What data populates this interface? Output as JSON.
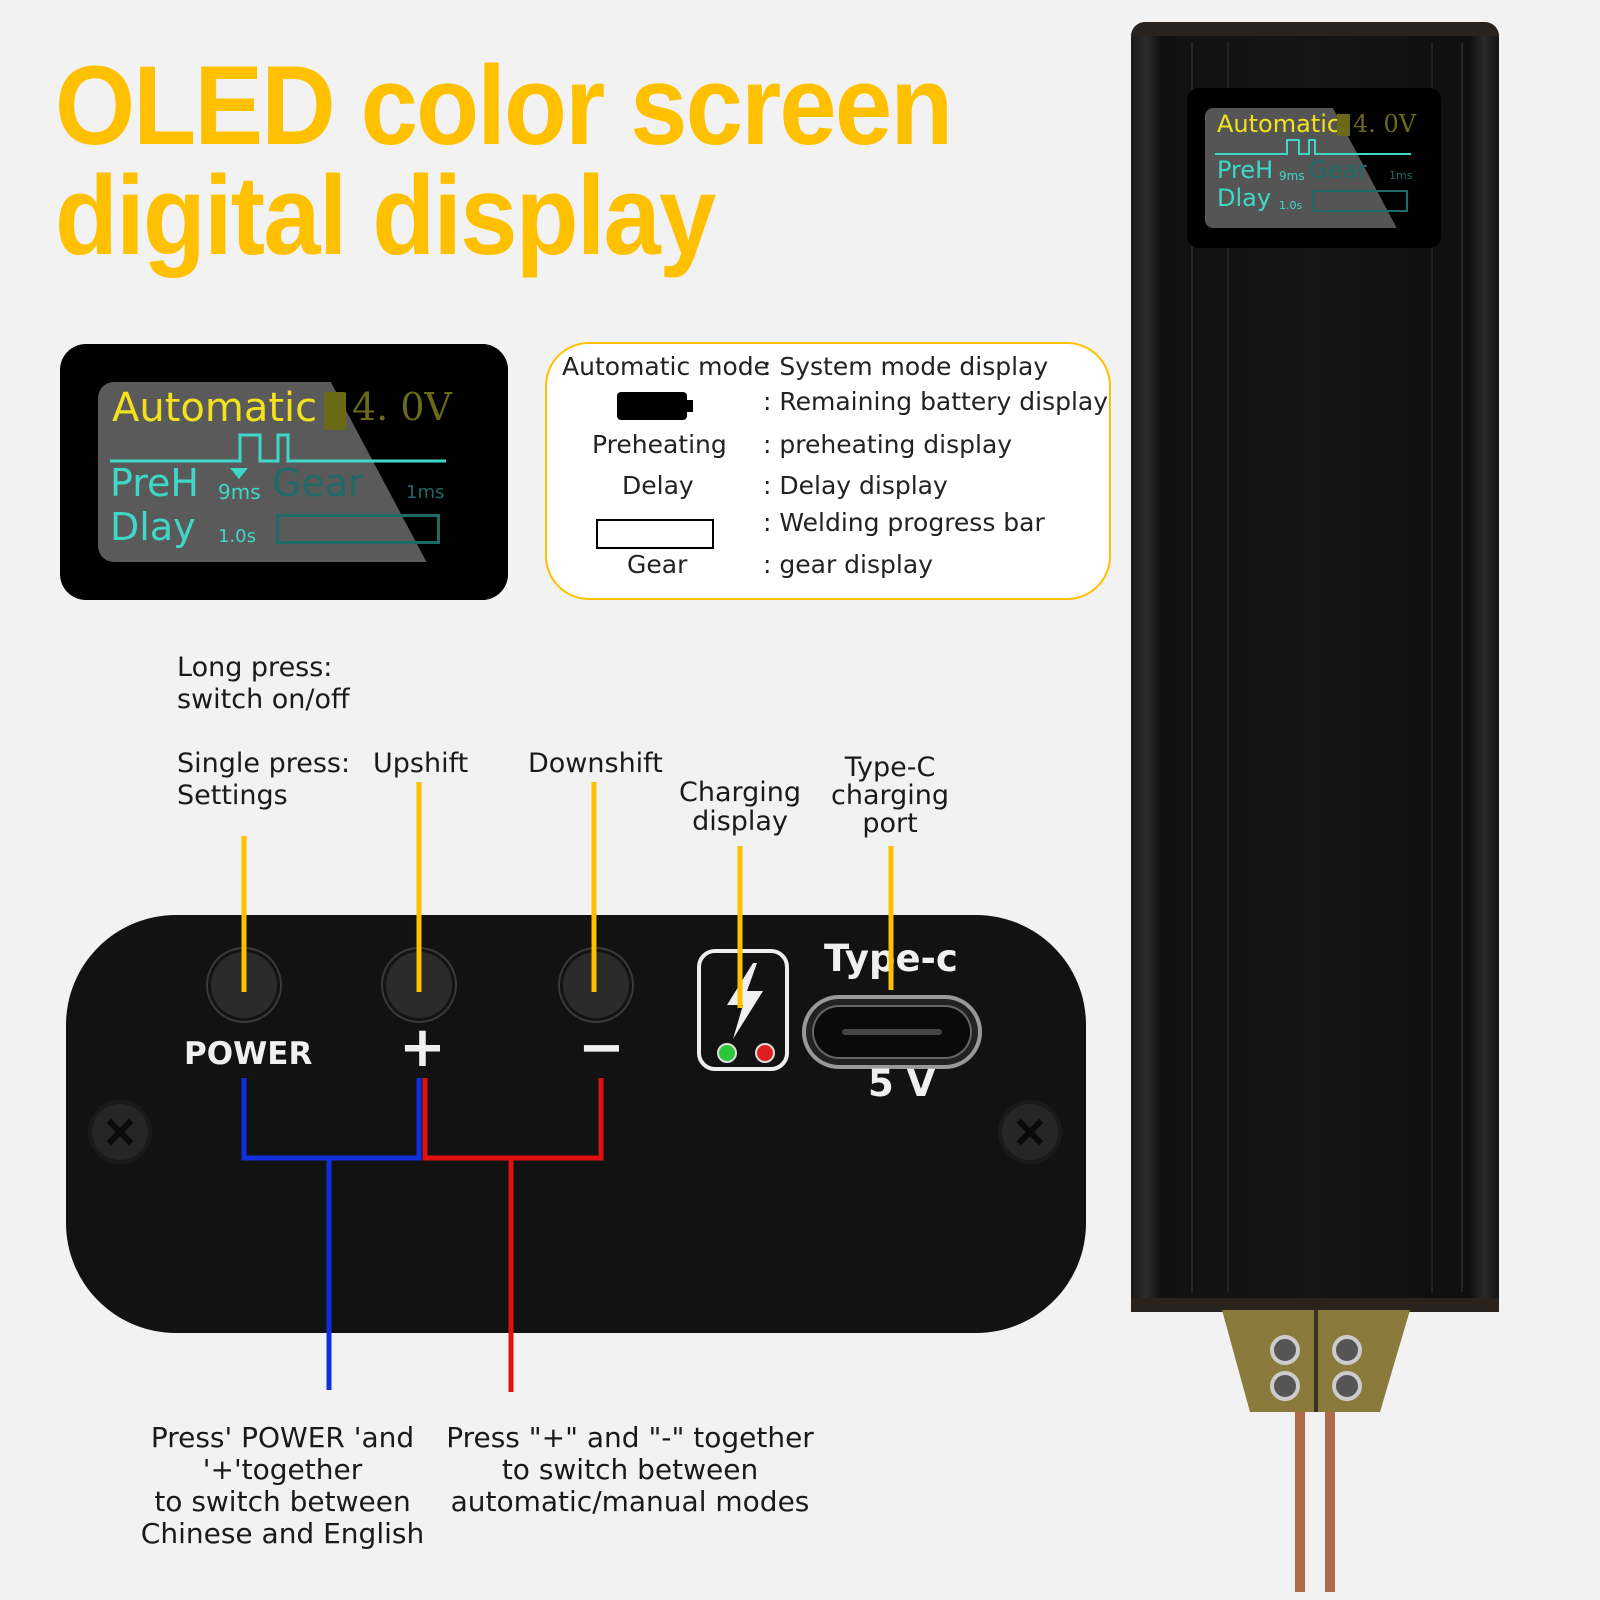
{
  "headline": {
    "line1": "OLED color screen",
    "line2": "digital display"
  },
  "oled": {
    "mode": "Automatic",
    "voltage": "4. 0V",
    "preh_label": "PreH",
    "preh_value": "9ms",
    "gear_label": "Gear",
    "gear_value": "1ms",
    "delay_label": "Dlay",
    "delay_value": "1.0s"
  },
  "legend": {
    "rows": [
      {
        "term": "Automatic mode",
        "desc": ": System mode display"
      },
      {
        "term": "",
        "desc": ": Remaining battery display"
      },
      {
        "term": "Preheating",
        "desc": ": preheating display"
      },
      {
        "term": "Delay",
        "desc": ": Delay display"
      },
      {
        "term": "",
        "desc": ": Welding progress bar"
      },
      {
        "term": "Gear",
        "desc": ": gear display"
      }
    ]
  },
  "callouts": {
    "long_press_1": "Long press:",
    "long_press_2": "switch on/off",
    "single_press_1": "Single press:",
    "single_press_2": "Settings",
    "upshift": "Upshift",
    "downshift": "Downshift",
    "charging_1": "Charging",
    "charging_2": "display",
    "typec_1": "Type-C",
    "typec_2": "charging",
    "typec_3": "port"
  },
  "panel": {
    "power": "POWER",
    "plus": "+",
    "minus": "−",
    "typec": "Type-c",
    "voltage": "5 V"
  },
  "notes": {
    "left_1": "Press' POWER 'and",
    "left_2": "'+'together",
    "left_3": "to switch between",
    "left_4": "Chinese and English",
    "right_1": "Press \"+\" and \"-\" together",
    "right_2": "to switch between",
    "right_3": "automatic/manual modes"
  },
  "colors": {
    "accent": "#ffc000",
    "oled_yellow": "#f2e21e",
    "oled_cyan": "#3fd8c8",
    "blue_line": "#1030e0",
    "red_line": "#e01010"
  }
}
